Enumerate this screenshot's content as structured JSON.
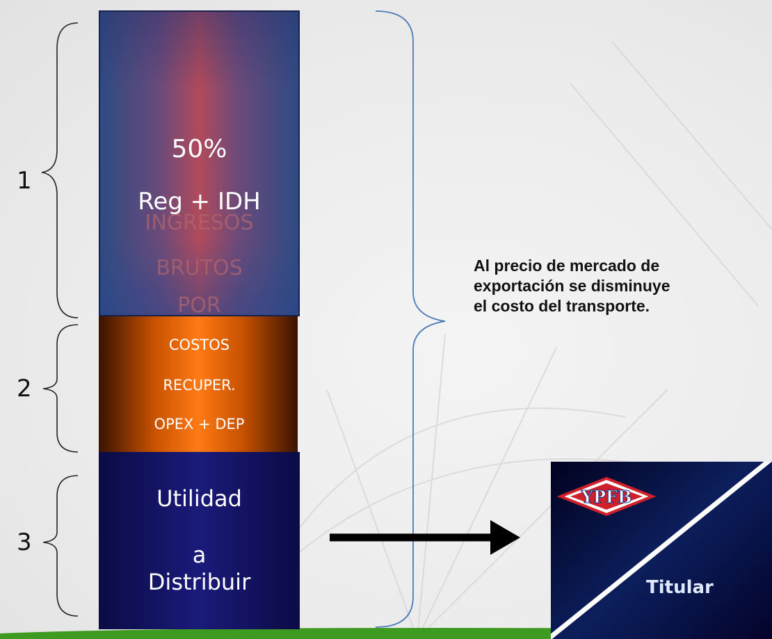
{
  "block_1": {
    "percent": "50%",
    "label": "Reg + IDH",
    "ghost_lines": [
      "INGRESOS",
      "BRUTOS",
      "POR"
    ],
    "index": "1"
  },
  "block_2": {
    "lines": [
      "COSTOS",
      "RECUPER.",
      "OPEX + DEP"
    ],
    "index": "2"
  },
  "block_3": {
    "lines": [
      "Utilidad",
      "a",
      "Distribuir"
    ],
    "index": "3"
  },
  "note": {
    "lines": [
      "Al precio de mercado de",
      "exportación se disminuye",
      "el costo del transporte."
    ]
  },
  "badge": {
    "logo_text": "YPFB",
    "label": "Titular"
  },
  "colors": {
    "block_1": "#b14a5b",
    "block_2": "#ff7a14",
    "block_3": "#1a1a7a",
    "bracket_right": "#4a7ab8",
    "logo_red": "#d0202a"
  }
}
